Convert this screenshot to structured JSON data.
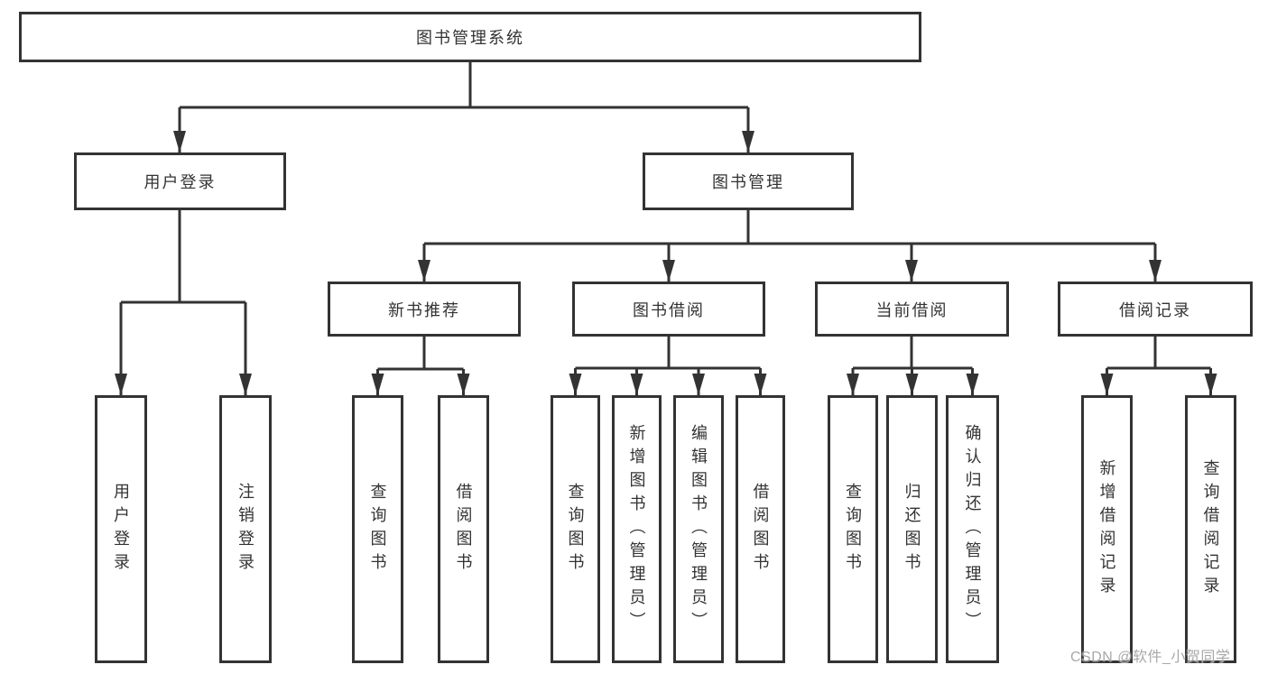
{
  "title": "图书管理系统",
  "level2": {
    "user_login": "用户登录",
    "book_mgmt": "图书管理"
  },
  "level3": {
    "new_books": "新书推荐",
    "borrowing": "图书借阅",
    "current": "当前借阅",
    "records": "借阅记录"
  },
  "leaves": {
    "login": [
      "用户登录",
      "注销登录"
    ],
    "new_books": [
      "查询图书",
      "借阅图书"
    ],
    "borrowing": [
      "查询图书",
      "新增图书（管理员）",
      "编辑图书（管理员）",
      "借阅图书"
    ],
    "current": [
      "查询图书",
      "归还图书",
      "确认归还（管理员）"
    ],
    "records": [
      "新增借阅记录",
      "查询借阅记录"
    ]
  },
  "watermark": "CSDN @软件_小贺同学",
  "colors": {
    "line": "#333333",
    "text": "#333333",
    "watermark": "#a8a8a8",
    "background": "#ffffff"
  }
}
